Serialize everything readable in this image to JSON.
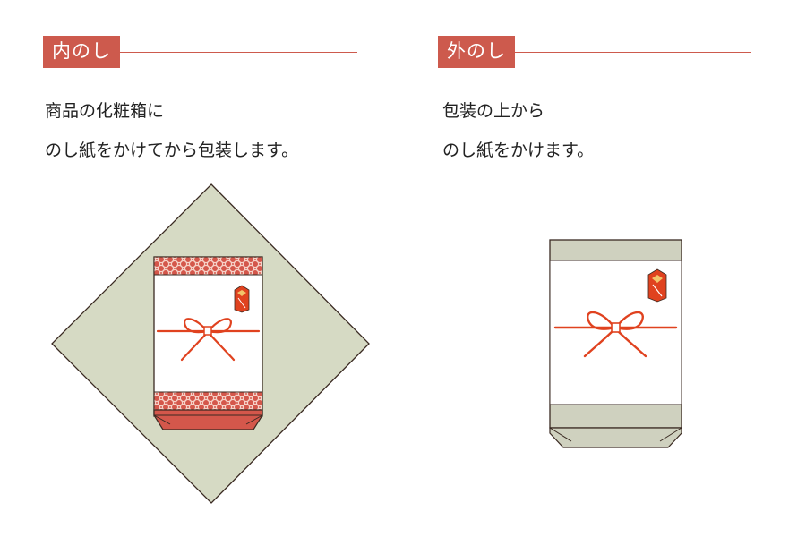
{
  "uchi_noshi": {
    "heading": "内のし",
    "description": [
      "商品の化粧箱に",
      "のし紙をかけてから包装します。"
    ]
  },
  "soto_noshi": {
    "heading": "外のし",
    "description": [
      "包装の上から",
      "のし紙をかけます。"
    ]
  },
  "colors": {
    "accent": "#cd5a4d",
    "wrapping_paper": "#d6dac4",
    "outer_box": "#cfd1bf",
    "mizuhiki_red": "#e0421f",
    "outline": "#3a2a22",
    "noshi_gold": "#f2c46b"
  },
  "icons": [
    "noshi-emblem-icon",
    "mizuhiki-bow-icon"
  ]
}
